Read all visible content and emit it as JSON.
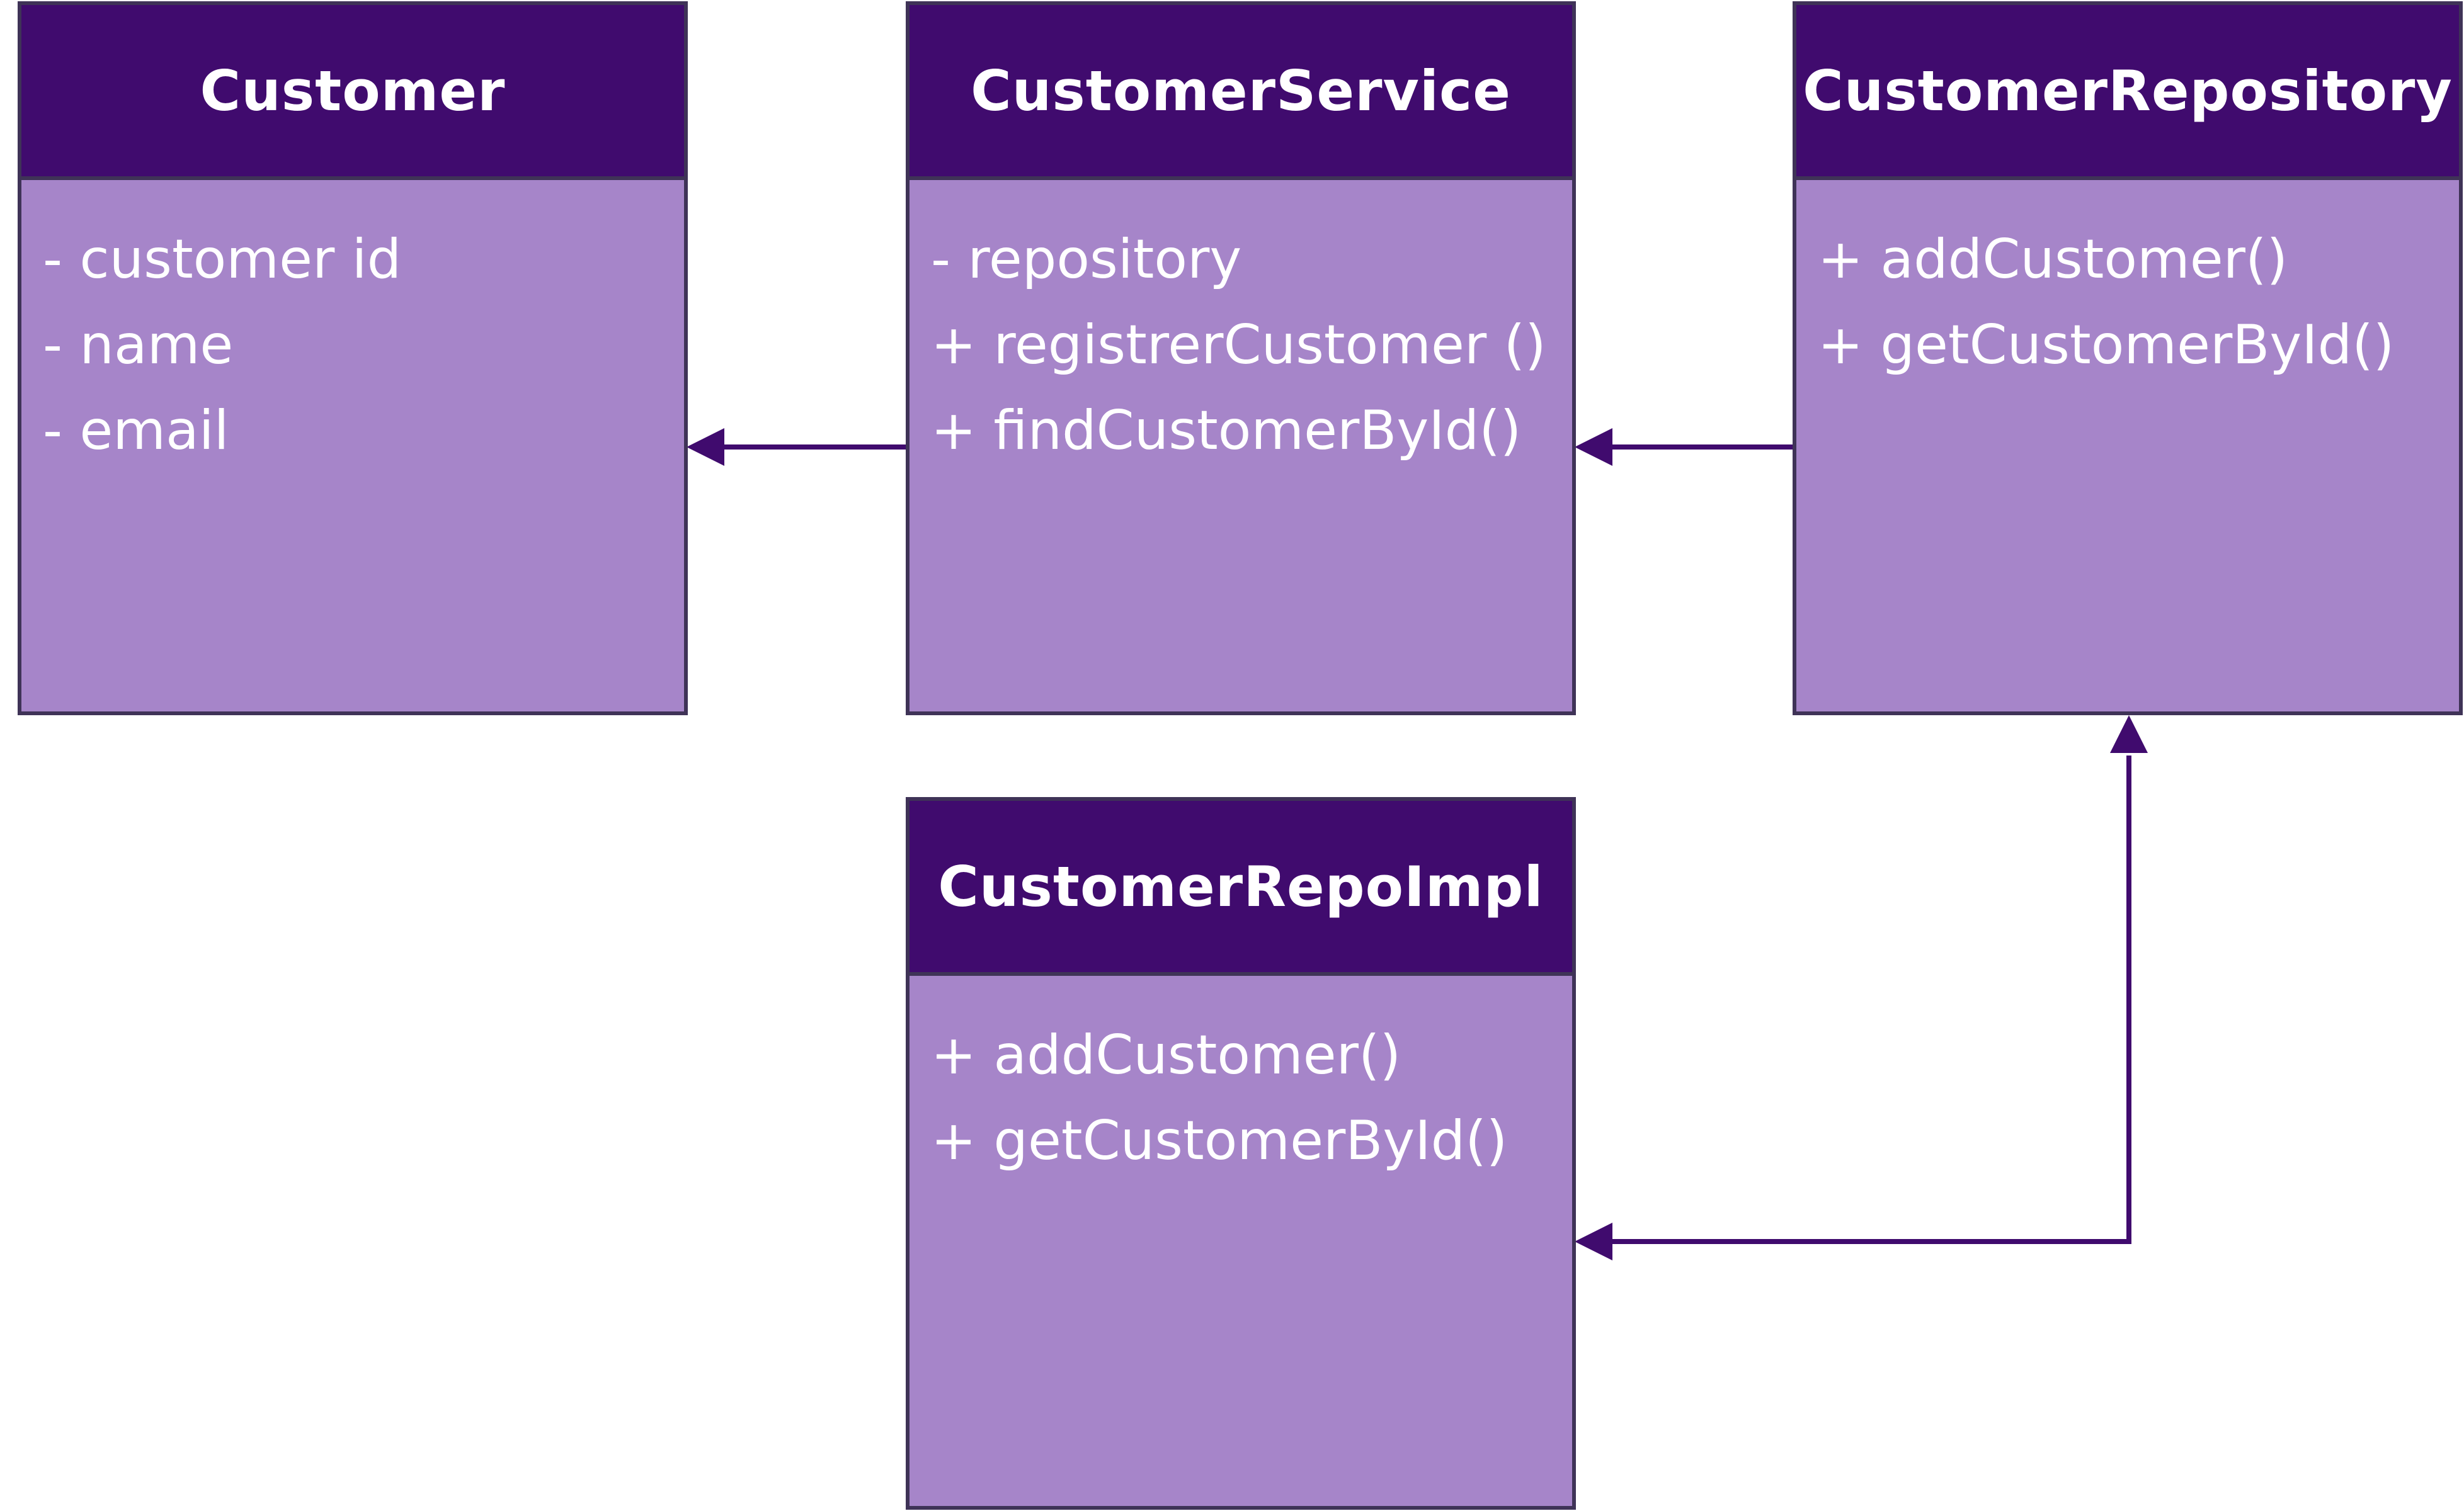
{
  "colors": {
    "header": "#400b6e",
    "body": "#a685c9",
    "border": "#3f3357",
    "connector": "#400b6e",
    "text": "#ffffff"
  },
  "classes": {
    "customer": {
      "name": "Customer",
      "members": [
        "- customer id",
        "- name",
        "- email"
      ]
    },
    "customer_service": {
      "name": "CustomerService",
      "members": [
        "- repository",
        "+ registrerCustomer ()",
        "+ findCustomerById()"
      ]
    },
    "customer_repository": {
      "name": "CustomerRepository",
      "members": [
        "+ addCustomer()",
        "+ getCustomerById()"
      ]
    },
    "customer_repo_impl": {
      "name": "CustomerRepoImpl",
      "members": [
        "+ addCustomer()",
        "+ getCustomerById()"
      ]
    }
  }
}
